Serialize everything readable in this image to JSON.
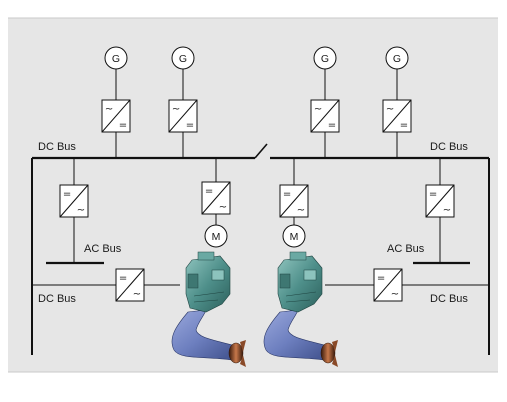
{
  "diagram": {
    "colors": {
      "panel": "#e6e6e6",
      "panel_border": "#c9c9c9",
      "line": "#111111",
      "converter_fill": "#ffffff",
      "thruster_body": "#6d7fbf",
      "thruster_motor": "#4e8f8a",
      "thruster_propeller": "#7a3e22"
    },
    "labels": {
      "dc_bus_top_left": "DC Bus",
      "dc_bus_top_right": "DC Bus",
      "ac_bus_left": "AC Bus",
      "ac_bus_right": "AC Bus",
      "dc_bus_bottom_left": "DC Bus",
      "dc_bus_bottom_right": "DC Bus"
    },
    "symbols": {
      "generator": "G",
      "motor": "M",
      "ac": "~",
      "dc": "="
    },
    "generators": [
      {
        "label": "G"
      },
      {
        "label": "G"
      },
      {
        "label": "G"
      },
      {
        "label": "G"
      }
    ],
    "motors": [
      {
        "label": "M"
      },
      {
        "label": "M"
      }
    ],
    "icons": {
      "rectifier": "ac-to-dc-converter-icon",
      "inverter": "dc-to-ac-converter-icon",
      "thruster": "azimuth-thruster-icon",
      "switch": "bus-tie-switch-icon"
    }
  }
}
